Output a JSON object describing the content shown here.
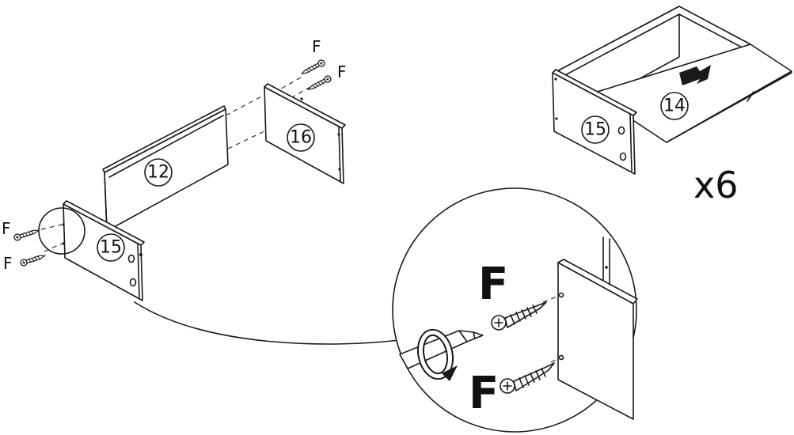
{
  "parts": {
    "rear_panel": "12",
    "left_side": "15",
    "right_side": "16",
    "drawer_side": "15",
    "drawer_bottom": "14"
  },
  "screws": {
    "top_1": "F",
    "top_2": "F",
    "left_1": "F",
    "left_2": "F",
    "detail_1": "F",
    "detail_2": "F"
  },
  "quantity": "x6",
  "colors": {
    "line": "#1a1a1a",
    "background": "#ffffff"
  },
  "icons": [
    "screw-icon",
    "screwdriver-icon",
    "rotate-arrow-icon",
    "insert-arrow-icon"
  ]
}
